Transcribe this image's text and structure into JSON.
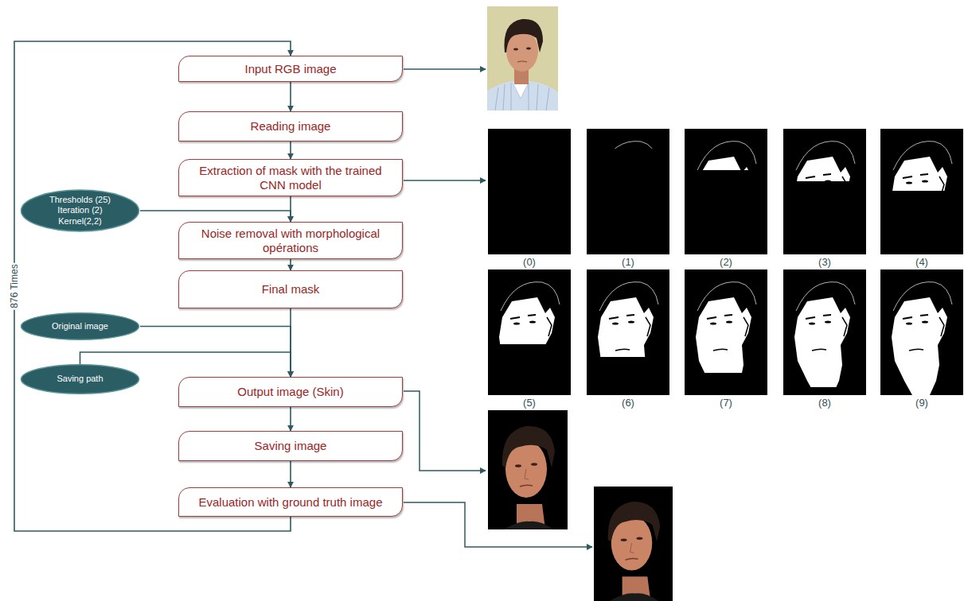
{
  "diagram": {
    "nodes": [
      {
        "text": [
          "Input RGB image"
        ]
      },
      {
        "text": [
          "Reading image"
        ]
      },
      {
        "text": [
          "Extraction of mask with the trained CNN model"
        ]
      },
      {
        "text": [
          "Thresholds (25)",
          "Iteration (2)",
          "Kernel(2,2)"
        ]
      },
      {
        "text": [
          "Noise removal with morphological opérations"
        ]
      },
      {
        "text": [
          "Final mask"
        ]
      },
      {
        "text": [
          "Original image"
        ]
      },
      {
        "text": [
          "Saving path"
        ]
      },
      {
        "text": [
          "Output image (Skin)"
        ]
      },
      {
        "text": [
          "Saving image"
        ]
      },
      {
        "text": [
          "Evaluation with ground truth image"
        ]
      }
    ],
    "edges": [
      {
        "from": 0,
        "to": 1,
        "arrow": "to"
      },
      {
        "from": 1,
        "to": 2,
        "arrow": "to"
      },
      {
        "from": 2,
        "to": 4,
        "arrow": "to"
      },
      {
        "from": 3,
        "to": 4,
        "arrow": "to"
      },
      {
        "from": 4,
        "to": 5,
        "arrow": "to"
      },
      {
        "from": 5,
        "to": 8,
        "arrow": "to"
      },
      {
        "from": 6,
        "to": 8,
        "arrow": "to"
      },
      {
        "from": 7,
        "to": 8,
        "arrow": "to"
      },
      {
        "from": 8,
        "to": 9,
        "arrow": "to"
      },
      {
        "from": 9,
        "to": 10,
        "arrow": "to"
      },
      {
        "from": 10,
        "to": 0,
        "label": "876 Times",
        "arrow": "to"
      }
    ],
    "labels": [
      "(0)",
      "(1)",
      "(2)",
      "(3)",
      "(4)",
      "(5)",
      "(6)",
      "(7)",
      "(8)",
      "(9)"
    ]
  }
}
